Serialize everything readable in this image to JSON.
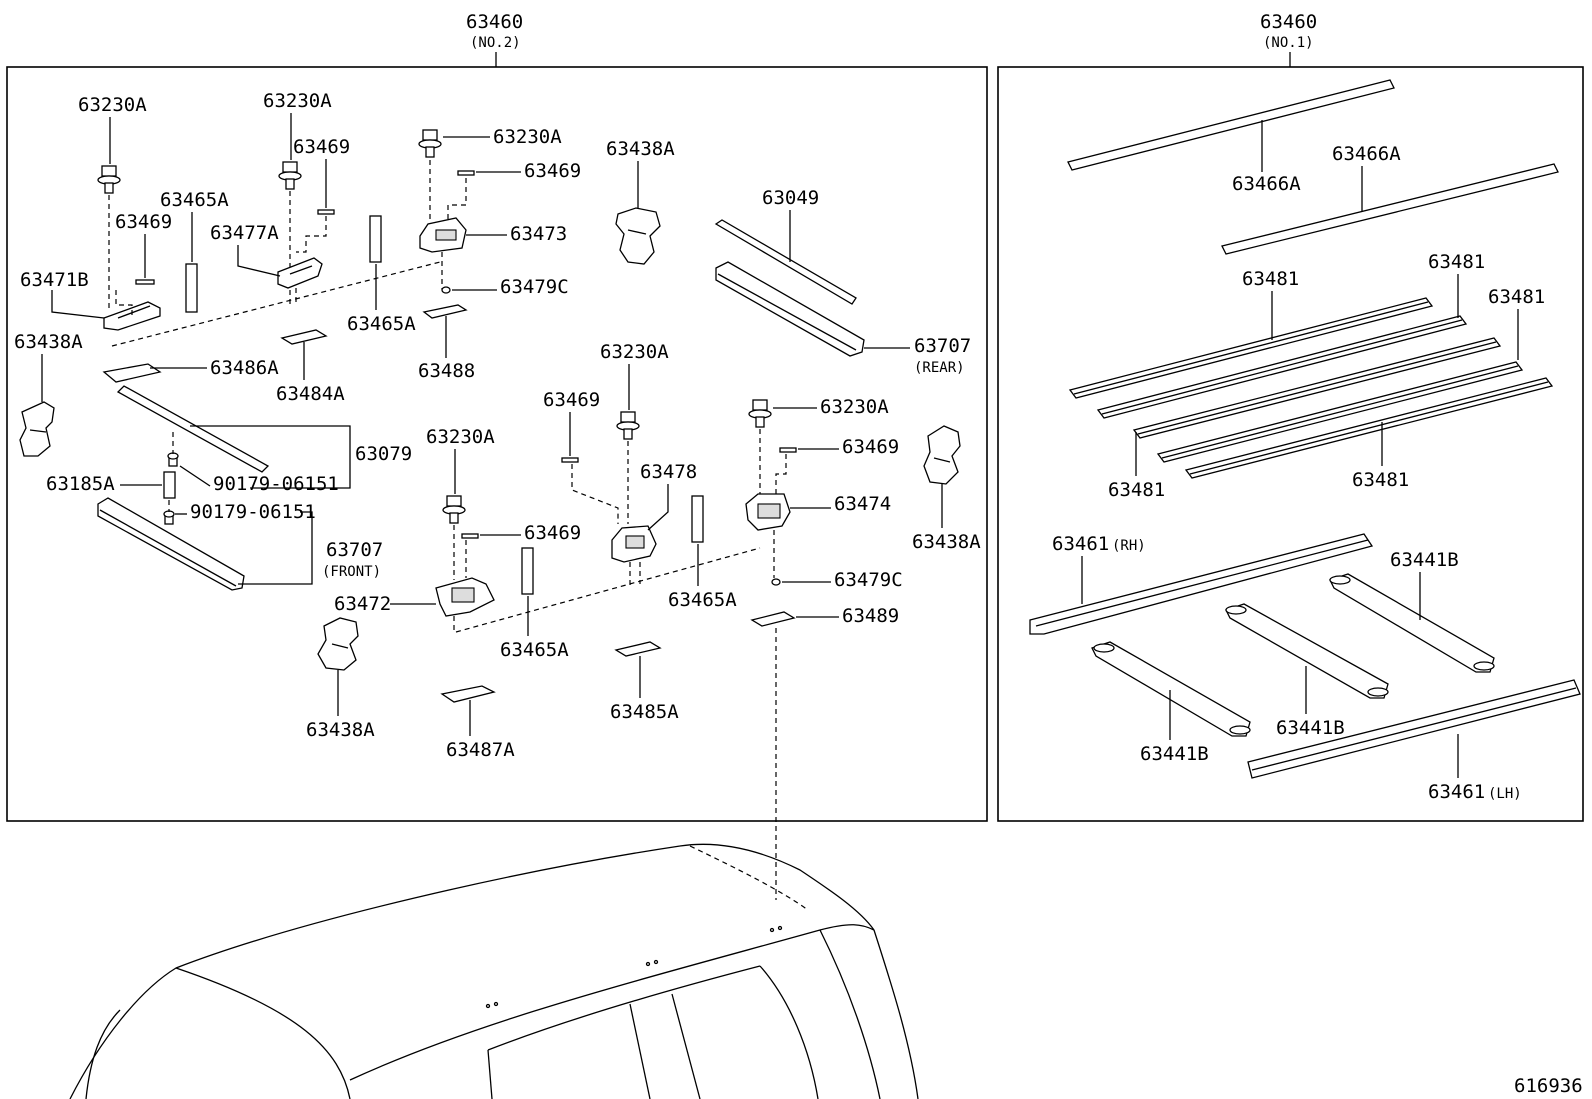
{
  "header_left": {
    "title": "63460",
    "sub": "(NO.2)"
  },
  "header_right": {
    "title": "63460",
    "sub": "(NO.1)"
  },
  "footer_code": "616936",
  "labels": {
    "l_63230a_1": "63230A",
    "l_63230a_2": "63230A",
    "l_63230a_3": "63230A",
    "l_63230a_4": "63230A",
    "l_63230a_5": "63230A",
    "l_63230a_6": "63230A",
    "l_63469_1": "63469",
    "l_63469_2": "63469",
    "l_63469_3": "63469",
    "l_63469_4": "63469",
    "l_63469_5": "63469",
    "l_63469_6": "63469",
    "l_63465a_1": "63465A",
    "l_63465a_2": "63465A",
    "l_63465a_3": "63465A",
    "l_63465a_4": "63465A",
    "l_63477a": "63477A",
    "l_63471b": "63471B",
    "l_63438a_1": "63438A",
    "l_63438a_2": "63438A",
    "l_63438a_3": "63438A",
    "l_63438a_4": "63438A",
    "l_63473": "63473",
    "l_63479c_1": "63479C",
    "l_63479c_2": "63479C",
    "l_63488": "63488",
    "l_63049": "63049",
    "l_63707_rear": "63707",
    "l_rear": "(REAR)",
    "l_63486a": "63486A",
    "l_63484a": "63484A",
    "l_63079": "63079",
    "l_90179_1": "90179-06151",
    "l_90179_2": "90179-06151",
    "l_63185a": "63185A",
    "l_63707_front": "63707",
    "l_front": "(FRONT)",
    "l_63472": "63472",
    "l_63478": "63478",
    "l_63474": "63474",
    "l_63489": "63489",
    "l_63487a": "63487A",
    "l_63485a": "63485A",
    "l_63466a_1": "63466A",
    "l_63466a_2": "63466A",
    "l_63481_1": "63481",
    "l_63481_2": "63481",
    "l_63481_3": "63481",
    "l_63481_4": "63481",
    "l_63481_5": "63481",
    "l_63461_rh": "63461",
    "l_rh": "(RH)",
    "l_63461_lh": "63461",
    "l_lh": "(LH)",
    "l_63441b_1": "63441B",
    "l_63441b_2": "63441B",
    "l_63441b_3": "63441B"
  }
}
